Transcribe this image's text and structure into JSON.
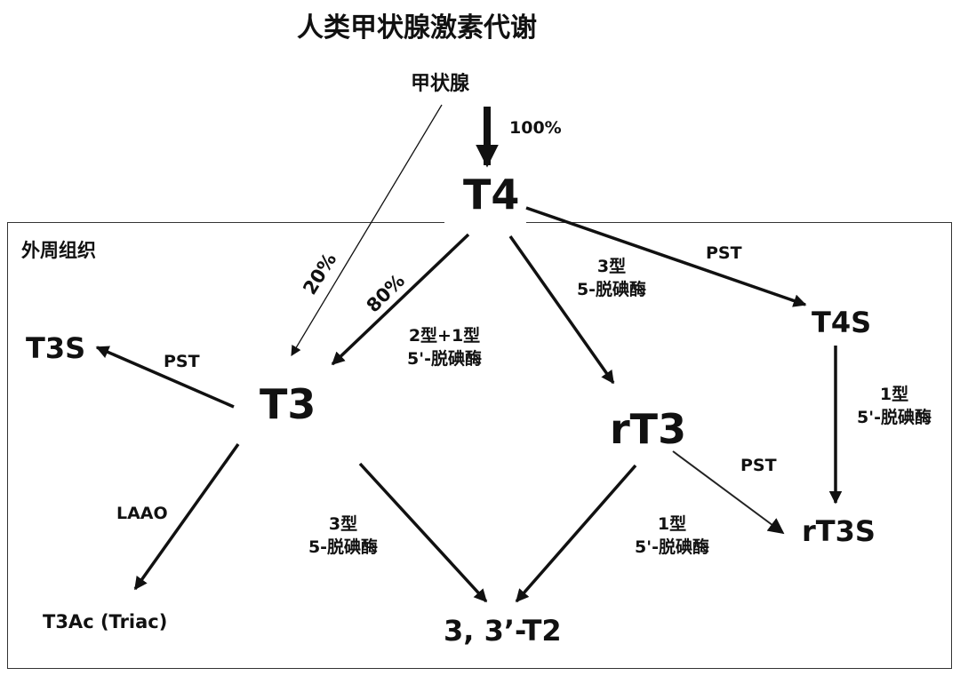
{
  "title": "人类甲状腺激素代谢",
  "region_label": "外周组织",
  "nodes": {
    "thyroid": "甲状腺",
    "t4": "T4",
    "t3": "T3",
    "rt3": "rT3",
    "t4s": "T4S",
    "t3s": "T3S",
    "rt3s": "rT3S",
    "t3ac": "T3Ac (Triac)",
    "t2": "3, 3’-T2"
  },
  "edges": {
    "thyroid_to_t4": "100%",
    "thyroid_to_t3": "20%",
    "t4_to_t3_pct": "80%",
    "t4_to_t3_enzyme_1": "2型+1型",
    "t4_to_t3_enzyme_2": "5'-脱碘酶",
    "t4_to_rt3_enzyme_1": "3型",
    "t4_to_rt3_enzyme_2": "5-脱碘酶",
    "t4_to_t4s": "PST",
    "t4s_to_rt3s_enzyme_1": "1型",
    "t4s_to_rt3s_enzyme_2": "5'-脱碘酶",
    "t3_to_t3s": "PST",
    "t3_to_t3ac": "LAAO",
    "t3_to_t2_enzyme_1": "3型",
    "t3_to_t2_enzyme_2": "5-脱碘酶",
    "rt3_to_t2_enzyme_1": "1型",
    "rt3_to_t2_enzyme_2": "5'-脱碘酶",
    "rt3_to_rt3s": "PST"
  }
}
